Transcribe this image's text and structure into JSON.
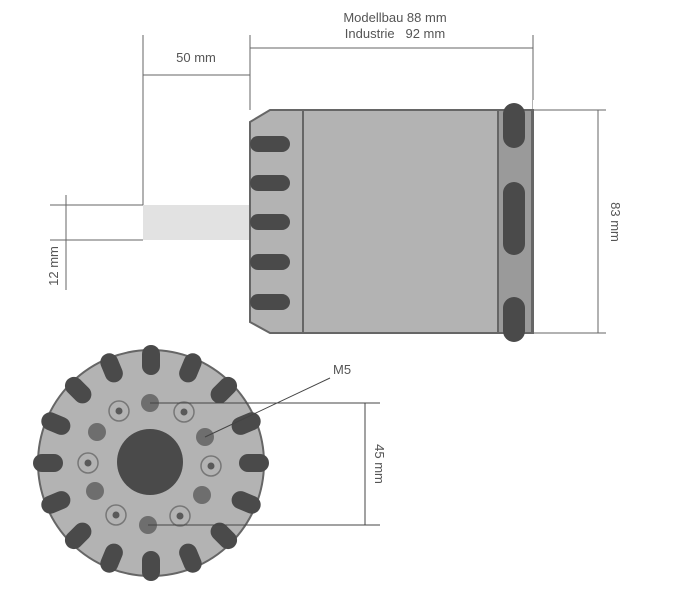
{
  "dimensions": {
    "length_modellbau": "Modellbau 88 mm",
    "length_industrie": "Industrie   92 mm",
    "shaft_length": "50 mm",
    "shaft_diameter": "12 mm",
    "body_diameter": "83 mm",
    "bolt_spacing": "45 mm",
    "thread": "M5"
  },
  "colors": {
    "body": "#b3b3b3",
    "end_cap": "#9a9a9a",
    "dark": "#4a4a4a",
    "bolt": "#6e6e6e",
    "shaft": "#e2e2e2",
    "line": "#555555"
  }
}
